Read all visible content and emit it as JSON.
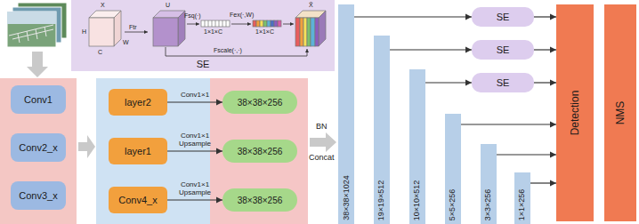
{
  "diagram": {
    "nodes": [
      {
        "text": [
          "SE"
        ]
      },
      {
        "text": [
          "Conv1"
        ]
      },
      {
        "text": [
          "Conv2_x"
        ]
      },
      {
        "text": [
          "Conv3_x"
        ]
      },
      {
        "text": [
          "layer2"
        ]
      },
      {
        "text": [
          "layer1"
        ]
      },
      {
        "text": [
          "Conv4_x"
        ]
      },
      {
        "text": [
          "38×38×256"
        ]
      },
      {
        "text": [
          "38×38×256"
        ]
      },
      {
        "text": [
          "38×38×256"
        ]
      },
      {
        "text": [
          "38×38×1024"
        ]
      },
      {
        "text": [
          "19×19×512"
        ]
      },
      {
        "text": [
          "10×10×512"
        ]
      },
      {
        "text": [
          "5×5×256"
        ]
      },
      {
        "text": [
          "3×3×256"
        ]
      },
      {
        "text": [
          "1×1×256"
        ]
      },
      {
        "text": [
          "SE"
        ]
      },
      {
        "text": [
          "SE"
        ]
      },
      {
        "text": [
          "SE"
        ]
      },
      {
        "text": [
          "Detection"
        ]
      },
      {
        "text": [
          "NMS"
        ]
      }
    ],
    "edges": [
      {
        "from": 4,
        "to": 7,
        "arrow": "to",
        "label": "Conv1×1"
      },
      {
        "from": 5,
        "to": 8,
        "arrow": "to",
        "label": "Conv1×1 Upsample"
      },
      {
        "from": 6,
        "to": 9,
        "arrow": "to",
        "label": "Conv1×1 Upsample"
      },
      {
        "from": 10,
        "to": 16,
        "arrow": "to"
      },
      {
        "from": 16,
        "to": 19,
        "arrow": "to"
      },
      {
        "from": 11,
        "to": 17,
        "arrow": "to"
      },
      {
        "from": 17,
        "to": 19,
        "arrow": "to"
      },
      {
        "from": 12,
        "to": 18,
        "arrow": "to"
      },
      {
        "from": 18,
        "to": 19,
        "arrow": "to"
      },
      {
        "from": 13,
        "to": 19,
        "arrow": "to"
      },
      {
        "from": 14,
        "to": 19,
        "arrow": "to"
      },
      {
        "from": 15,
        "to": 19,
        "arrow": "to"
      }
    ],
    "labels": [
      "X",
      "H",
      "W",
      "C",
      "Ftr",
      "U",
      "Fsq(·)",
      "1×1×C",
      "Fex(·,W)",
      "1×1×C",
      "Fscale(·,·)",
      "X̃",
      "BN",
      "Concat"
    ]
  }
}
